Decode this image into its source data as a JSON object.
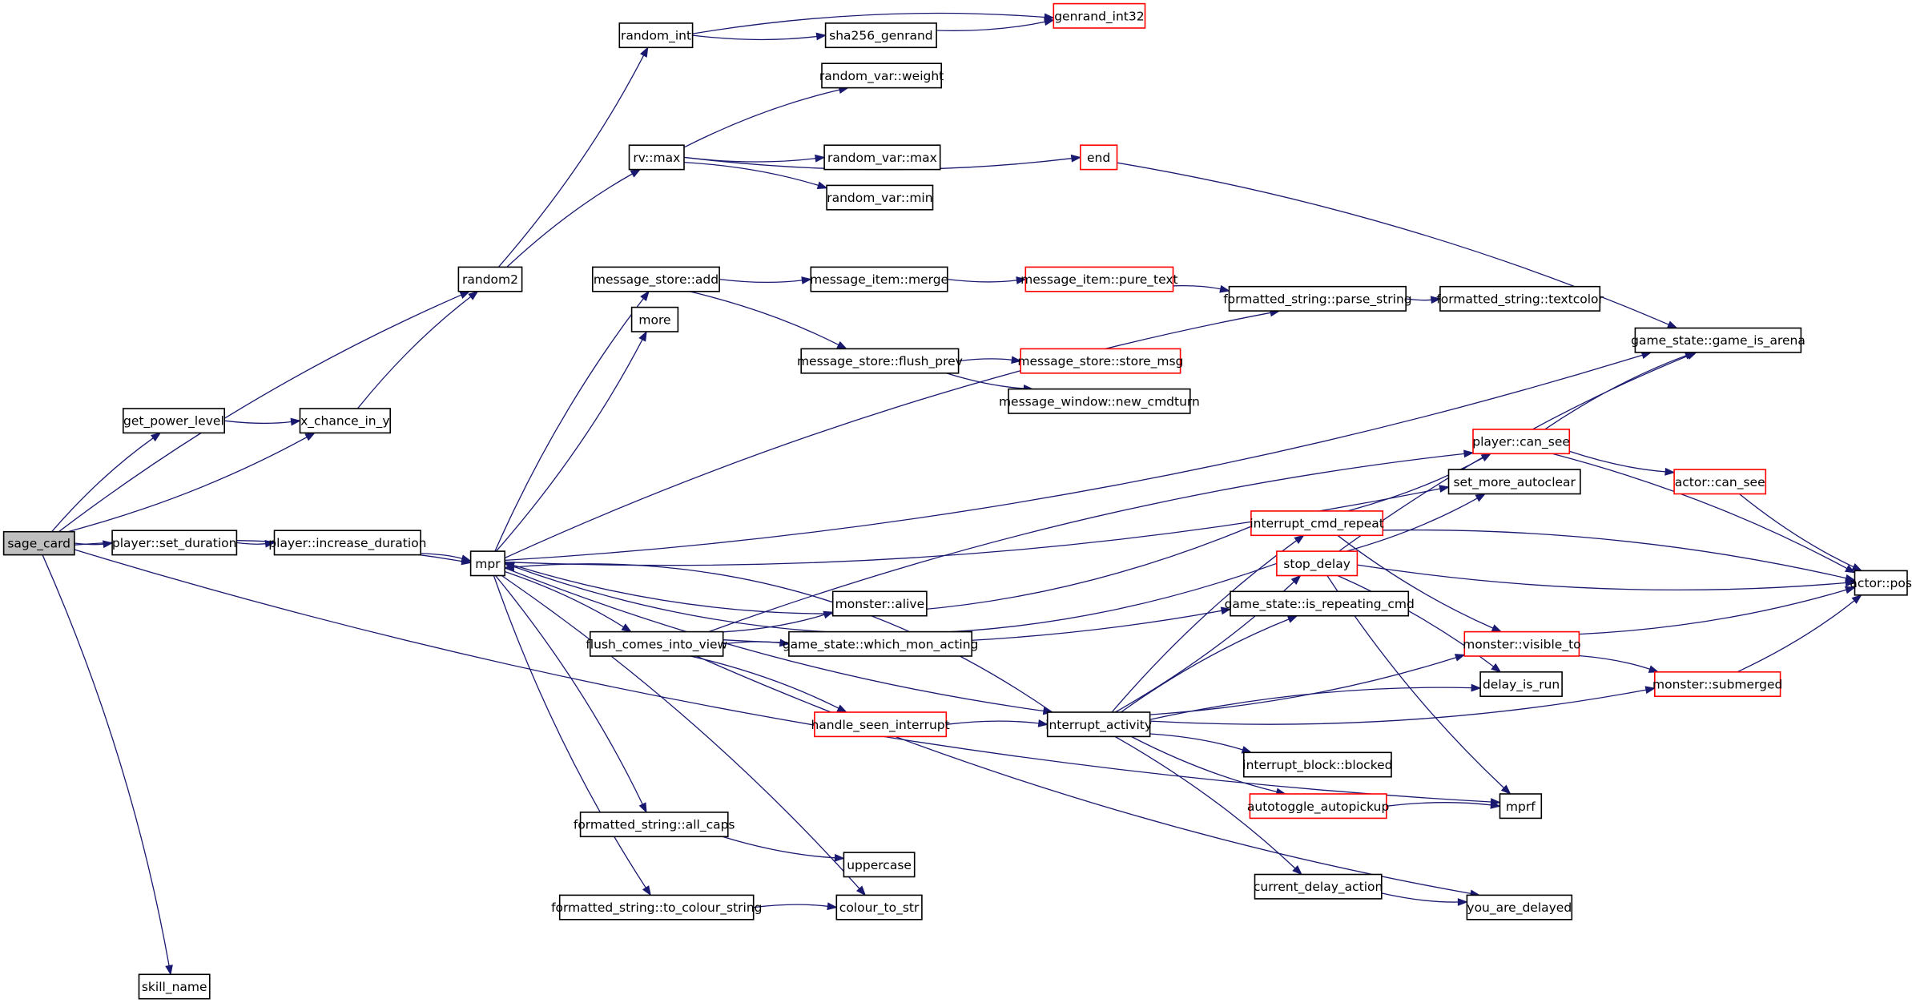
{
  "graph": {
    "colors": {
      "edge": "#191970",
      "node_border": "#000000",
      "truncated_border": "#ff0000",
      "root_fill": "#bfbfbf"
    },
    "nodes": [
      {
        "id": "sage_card",
        "label": "sage_card",
        "root": true
      },
      {
        "id": "get_power_level",
        "label": "get_power_level"
      },
      {
        "id": "x_chance_in_y",
        "label": "x_chance_in_y"
      },
      {
        "id": "random2",
        "label": "random2"
      },
      {
        "id": "random_int",
        "label": "random_int"
      },
      {
        "id": "sha256_genrand",
        "label": "sha256_genrand"
      },
      {
        "id": "genrand_int32",
        "label": "genrand_int32",
        "truncated": true
      },
      {
        "id": "rv_max",
        "label": "rv::max"
      },
      {
        "id": "random_var_weight",
        "label": "random_var::weight"
      },
      {
        "id": "random_var_max",
        "label": "random_var::max"
      },
      {
        "id": "random_var_min",
        "label": "random_var::min"
      },
      {
        "id": "end",
        "label": "end",
        "truncated": true
      },
      {
        "id": "player_set_duration",
        "label": "player::set_duration"
      },
      {
        "id": "player_increase_duration",
        "label": "player::increase_duration"
      },
      {
        "id": "mpr",
        "label": "mpr"
      },
      {
        "id": "message_store_add",
        "label": "message_store::add"
      },
      {
        "id": "more",
        "label": "more"
      },
      {
        "id": "message_item_merge",
        "label": "message_item::merge"
      },
      {
        "id": "message_item_pure_text",
        "label": "message_item::pure_text",
        "truncated": true
      },
      {
        "id": "formatted_string_parse_string",
        "label": "formatted_string::parse_string"
      },
      {
        "id": "formatted_string_textcolor",
        "label": "formatted_string::textcolor"
      },
      {
        "id": "message_store_flush_prev",
        "label": "message_store::flush_prev"
      },
      {
        "id": "message_store_store_msg",
        "label": "message_store::store_msg",
        "truncated": true
      },
      {
        "id": "message_window_new_cmdturn",
        "label": "message_window::new_cmdturn"
      },
      {
        "id": "game_state_game_is_arena",
        "label": "game_state::game_is_arena"
      },
      {
        "id": "player_can_see",
        "label": "player::can_see",
        "truncated": true
      },
      {
        "id": "actor_can_see",
        "label": "actor::can_see",
        "truncated": true
      },
      {
        "id": "set_more_autoclear",
        "label": "set_more_autoclear"
      },
      {
        "id": "interrupt_cmd_repeat",
        "label": "interrupt_cmd_repeat",
        "truncated": true
      },
      {
        "id": "stop_delay",
        "label": "stop_delay",
        "truncated": true
      },
      {
        "id": "actor_pos",
        "label": "actor::pos"
      },
      {
        "id": "game_state_is_repeating_cmd",
        "label": "game_state::is_repeating_cmd"
      },
      {
        "id": "monster_alive",
        "label": "monster::alive"
      },
      {
        "id": "flush_comes_into_view",
        "label": "flush_comes_into_view"
      },
      {
        "id": "game_state_which_mon_acting",
        "label": "game_state::which_mon_acting"
      },
      {
        "id": "monster_visible_to",
        "label": "monster::visible_to",
        "truncated": true
      },
      {
        "id": "monster_submerged",
        "label": "monster::submerged",
        "truncated": true
      },
      {
        "id": "delay_is_run",
        "label": "delay_is_run"
      },
      {
        "id": "handle_seen_interrupt",
        "label": "handle_seen_interrupt",
        "truncated": true
      },
      {
        "id": "interrupt_activity",
        "label": "interrupt_activity"
      },
      {
        "id": "interrupt_block_blocked",
        "label": "interrupt_block::blocked"
      },
      {
        "id": "autotoggle_autopickup",
        "label": "autotoggle_autopickup",
        "truncated": true
      },
      {
        "id": "mprf",
        "label": "mprf"
      },
      {
        "id": "formatted_string_all_caps",
        "label": "formatted_string::all_caps"
      },
      {
        "id": "uppercase",
        "label": "uppercase"
      },
      {
        "id": "formatted_string_to_colour_string",
        "label": "formatted_string::to_colour_string"
      },
      {
        "id": "colour_to_str",
        "label": "colour_to_str"
      },
      {
        "id": "current_delay_action",
        "label": "current_delay_action"
      },
      {
        "id": "you_are_delayed",
        "label": "you_are_delayed"
      },
      {
        "id": "skill_name",
        "label": "skill_name"
      }
    ],
    "edges": [
      [
        "sage_card",
        "get_power_level"
      ],
      [
        "sage_card",
        "x_chance_in_y"
      ],
      [
        "sage_card",
        "random2"
      ],
      [
        "sage_card",
        "player_set_duration"
      ],
      [
        "sage_card",
        "mpr"
      ],
      [
        "sage_card",
        "mprf"
      ],
      [
        "sage_card",
        "skill_name"
      ],
      [
        "get_power_level",
        "x_chance_in_y"
      ],
      [
        "x_chance_in_y",
        "random2"
      ],
      [
        "random2",
        "random_int"
      ],
      [
        "random2",
        "rv_max"
      ],
      [
        "random_int",
        "sha256_genrand"
      ],
      [
        "random_int",
        "genrand_int32"
      ],
      [
        "sha256_genrand",
        "genrand_int32"
      ],
      [
        "rv_max",
        "random_var_weight"
      ],
      [
        "rv_max",
        "random_var_max"
      ],
      [
        "rv_max",
        "random_var_min"
      ],
      [
        "rv_max",
        "end"
      ],
      [
        "end",
        "game_state_game_is_arena"
      ],
      [
        "player_set_duration",
        "player_increase_duration"
      ],
      [
        "player_increase_duration",
        "mpr"
      ],
      [
        "mpr",
        "game_state_game_is_arena"
      ],
      [
        "mpr",
        "message_store_add"
      ],
      [
        "mpr",
        "more"
      ],
      [
        "mpr",
        "formatted_string_parse_string"
      ],
      [
        "mpr",
        "set_more_autoclear"
      ],
      [
        "mpr",
        "flush_comes_into_view"
      ],
      [
        "mpr",
        "interrupt_activity"
      ],
      [
        "mpr",
        "formatted_string_all_caps"
      ],
      [
        "mpr",
        "formatted_string_to_colour_string"
      ],
      [
        "mpr",
        "colour_to_str"
      ],
      [
        "message_store_add",
        "message_item_merge"
      ],
      [
        "message_store_add",
        "message_store_flush_prev"
      ],
      [
        "message_item_merge",
        "message_item_pure_text"
      ],
      [
        "message_item_pure_text",
        "formatted_string_parse_string"
      ],
      [
        "formatted_string_parse_string",
        "formatted_string_textcolor"
      ],
      [
        "message_store_flush_prev",
        "message_store_store_msg"
      ],
      [
        "message_store_flush_prev",
        "message_window_new_cmdturn"
      ],
      [
        "interrupt_cmd_repeat",
        "mpr"
      ],
      [
        "interrupt_cmd_repeat",
        "player_can_see"
      ],
      [
        "interrupt_cmd_repeat",
        "actor_pos"
      ],
      [
        "interrupt_cmd_repeat",
        "monster_visible_to"
      ],
      [
        "stop_delay",
        "mpr"
      ],
      [
        "stop_delay",
        "set_more_autoclear"
      ],
      [
        "stop_delay",
        "game_state_game_is_arena"
      ],
      [
        "stop_delay",
        "actor_pos"
      ],
      [
        "stop_delay",
        "delay_is_run"
      ],
      [
        "stop_delay",
        "mprf"
      ],
      [
        "player_can_see",
        "game_state_game_is_arena"
      ],
      [
        "player_can_see",
        "actor_can_see"
      ],
      [
        "player_can_see",
        "actor_pos"
      ],
      [
        "actor_can_see",
        "actor_pos"
      ],
      [
        "flush_comes_into_view",
        "player_can_see"
      ],
      [
        "flush_comes_into_view",
        "monster_alive"
      ],
      [
        "flush_comes_into_view",
        "game_state_which_mon_acting"
      ],
      [
        "flush_comes_into_view",
        "game_state_is_repeating_cmd"
      ],
      [
        "flush_comes_into_view",
        "handle_seen_interrupt"
      ],
      [
        "flush_comes_into_view",
        "you_are_delayed"
      ],
      [
        "handle_seen_interrupt",
        "interrupt_activity"
      ],
      [
        "interrupt_activity",
        "mpr"
      ],
      [
        "interrupt_activity",
        "interrupt_cmd_repeat"
      ],
      [
        "interrupt_activity",
        "stop_delay"
      ],
      [
        "interrupt_activity",
        "game_state_is_repeating_cmd"
      ],
      [
        "interrupt_activity",
        "monster_visible_to"
      ],
      [
        "interrupt_activity",
        "delay_is_run"
      ],
      [
        "interrupt_activity",
        "monster_submerged"
      ],
      [
        "interrupt_activity",
        "interrupt_block_blocked"
      ],
      [
        "interrupt_activity",
        "autotoggle_autopickup"
      ],
      [
        "interrupt_activity",
        "current_delay_action"
      ],
      [
        "monster_visible_to",
        "actor_pos"
      ],
      [
        "monster_visible_to",
        "monster_submerged"
      ],
      [
        "monster_submerged",
        "actor_pos"
      ],
      [
        "autotoggle_autopickup",
        "mprf"
      ],
      [
        "formatted_string_all_caps",
        "uppercase"
      ],
      [
        "formatted_string_to_colour_string",
        "colour_to_str"
      ],
      [
        "current_delay_action",
        "you_are_delayed"
      ]
    ]
  }
}
